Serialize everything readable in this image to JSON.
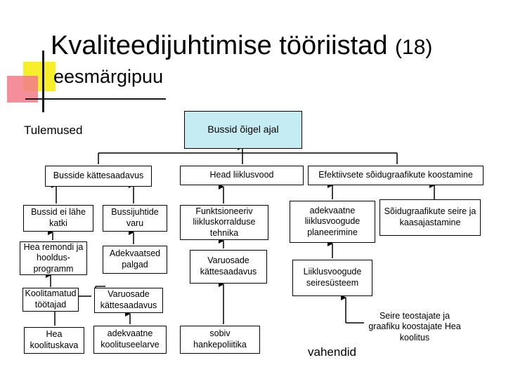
{
  "slide": {
    "title": "Kvaliteedijuhtimise tööriistad",
    "title_number": "(18)",
    "subtitle": "eesmärgipuu"
  },
  "labels": {
    "results": "Tulemused",
    "means": "vahendid"
  },
  "nodes": {
    "root": "Bussid õigel ajal",
    "availability": "Busside kättesaadavus",
    "traffic": "Head liiklusvood",
    "schedule": "Efektiivsete sõidugraafikute koostamine",
    "no_breakdown": "Bussid ei lähe katki",
    "good_repair": "Hea remondi ja hooldus-programm",
    "untrained": "Koolitamatud töötajad",
    "good_training": "Hea koolituskava",
    "drivers_ready": "Bussijuhtide varu",
    "adequate_pay": "Adekvaatsed palgad",
    "spare_parts_a": "Varuosade kättesaadavus",
    "training_budget": "adekvaatne koolituseelarve",
    "traffic_control": "Funktsioneeriv liikluskorralduse tehnika",
    "spare_parts_b": "Varuosade kättesaadavus",
    "procurement": "sobiv hankepoliitika",
    "flow_planning": "adekvaatne liiklusvoogude planeerimine",
    "monitoring": "Liiklusvoogude seiresüsteem",
    "schedule_monitoring": "Sõidugraafikute seire ja kaasajastamine",
    "monitor_staff": "Seire teostajate ja graafiku koostajate Hea koolitus"
  }
}
